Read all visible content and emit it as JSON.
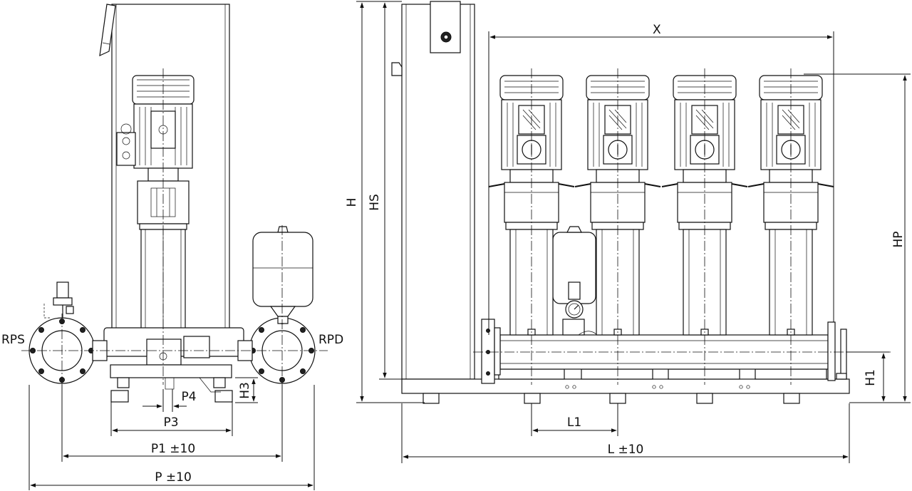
{
  "dimensions": {
    "x": "X",
    "h": "H",
    "hs": "HS",
    "hp": "HP",
    "h1": "H1",
    "h3": "H3",
    "l1": "L1",
    "l": "L ±10",
    "p": "P ±10",
    "p1": "P1 ±10",
    "p3": "P3",
    "p4": "P4"
  },
  "ports": {
    "suction": "RPS",
    "discharge": "RPD"
  }
}
